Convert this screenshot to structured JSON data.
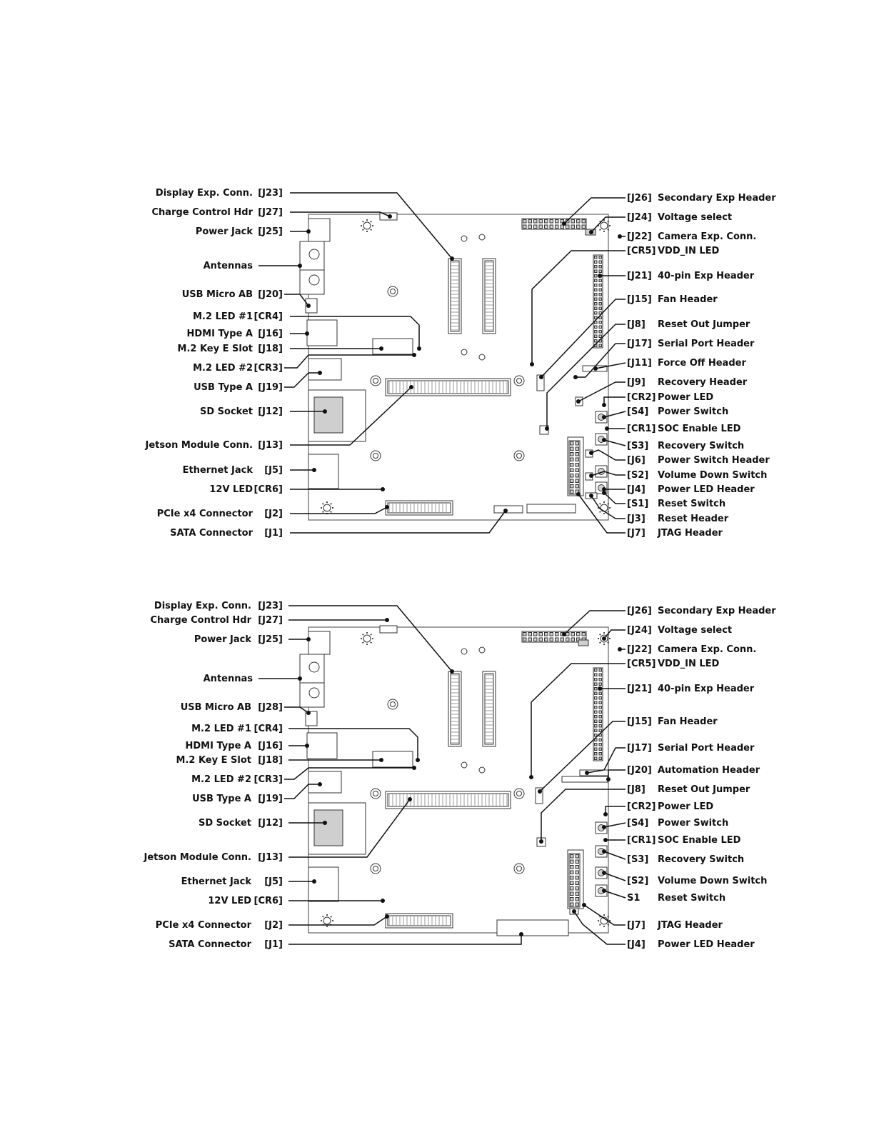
{
  "diagrams": [
    {
      "left_labels": [
        {
          "name": "Display Exp. Conn.",
          "ref": "[J23]"
        },
        {
          "name": "Charge Control Hdr",
          "ref": "[J27]"
        },
        {
          "name": "Power Jack",
          "ref": "[J25]"
        },
        {
          "name": "Antennas",
          "ref": ""
        },
        {
          "name": "USB Micro AB",
          "ref": "[J20]"
        },
        {
          "name": "M.2 LED #1",
          "ref": "[CR4]"
        },
        {
          "name": "HDMI Type A",
          "ref": "[J16]"
        },
        {
          "name": "M.2 Key E Slot",
          "ref": "[J18]"
        },
        {
          "name": "M.2 LED #2",
          "ref": "[CR3]"
        },
        {
          "name": "USB Type A",
          "ref": "[J19]"
        },
        {
          "name": "SD Socket",
          "ref": "[J12]"
        },
        {
          "name": "Jetson Module Conn.",
          "ref": "[J13]"
        },
        {
          "name": "Ethernet Jack",
          "ref": "[J5]"
        },
        {
          "name": "12V LED",
          "ref": "[CR6]"
        },
        {
          "name": "PCIe x4 Connector",
          "ref": "[J2]"
        },
        {
          "name": "SATA Connector",
          "ref": "[J1]"
        }
      ],
      "right_labels": [
        {
          "ref": "[J26]",
          "name": "Secondary Exp Header"
        },
        {
          "ref": "[J24]",
          "name": "Voltage select"
        },
        {
          "ref": "[J22]",
          "name": "Camera Exp. Conn."
        },
        {
          "ref": "[CR5]",
          "name": "VDD_IN LED"
        },
        {
          "ref": "[J21]",
          "name": "40-pin Exp Header"
        },
        {
          "ref": "[J15]",
          "name": "Fan Header"
        },
        {
          "ref": "[J8]",
          "name": "Reset Out Jumper"
        },
        {
          "ref": "[J17]",
          "name": "Serial Port Header"
        },
        {
          "ref": "[J11]",
          "name": "Force Off Header"
        },
        {
          "ref": "[J9]",
          "name": "Recovery Header"
        },
        {
          "ref": "[CR2]",
          "name": "Power LED"
        },
        {
          "ref": "[S4]",
          "name": "Power Switch"
        },
        {
          "ref": "[CR1]",
          "name": "SOC Enable LED"
        },
        {
          "ref": "[S3]",
          "name": "Recovery Switch"
        },
        {
          "ref": "[J6]",
          "name": "Power Switch Header"
        },
        {
          "ref": "[S2]",
          "name": "Volume Down Switch"
        },
        {
          "ref": "[J4]",
          "name": "Power LED Header"
        },
        {
          "ref": "[S1]",
          "name": "Reset Switch"
        },
        {
          "ref": "[J3]",
          "name": "Reset Header"
        },
        {
          "ref": "[J7]",
          "name": "JTAG Header"
        }
      ]
    },
    {
      "left_labels": [
        {
          "name": "Display Exp. Conn.",
          "ref": "[J23]"
        },
        {
          "name": "Charge Control Hdr",
          "ref": "[J27]"
        },
        {
          "name": "Power Jack",
          "ref": "[J25]"
        },
        {
          "name": "Antennas",
          "ref": ""
        },
        {
          "name": "USB Micro AB",
          "ref": "[J28]"
        },
        {
          "name": "M.2 LED #1",
          "ref": "[CR4]"
        },
        {
          "name": "HDMI Type A",
          "ref": "[J16]"
        },
        {
          "name": "M.2 Key E Slot",
          "ref": "[J18]"
        },
        {
          "name": "M.2 LED #2",
          "ref": "[CR3]"
        },
        {
          "name": "USB Type A",
          "ref": "[J19]"
        },
        {
          "name": "SD Socket",
          "ref": "[J12]"
        },
        {
          "name": "Jetson Module Conn.",
          "ref": "[J13]"
        },
        {
          "name": "Ethernet Jack",
          "ref": "[J5]"
        },
        {
          "name": "12V LED",
          "ref": "[CR6]"
        },
        {
          "name": "PCIe x4 Connector",
          "ref": "[J2]"
        },
        {
          "name": "SATA Connector",
          "ref": "[J1]"
        }
      ],
      "right_labels": [
        {
          "ref": "[J26]",
          "name": "Secondary Exp Header"
        },
        {
          "ref": "[J24]",
          "name": "Voltage select"
        },
        {
          "ref": "[J22]",
          "name": "Camera Exp. Conn."
        },
        {
          "ref": "[CR5]",
          "name": "VDD_IN LED"
        },
        {
          "ref": "[J21]",
          "name": "40-pin Exp Header"
        },
        {
          "ref": "[J15]",
          "name": "Fan Header"
        },
        {
          "ref": "[J17]",
          "name": "Serial Port Header"
        },
        {
          "ref": "[J20]",
          "name": "Automation Header"
        },
        {
          "ref": "[J8]",
          "name": "Reset Out Jumper"
        },
        {
          "ref": "[CR2]",
          "name": "Power LED"
        },
        {
          "ref": "[S4]",
          "name": "Power Switch"
        },
        {
          "ref": "[CR1]",
          "name": "SOC Enable LED"
        },
        {
          "ref": "[S3]",
          "name": "Recovery Switch"
        },
        {
          "ref": "[S2]",
          "name": "Volume Down Switch"
        },
        {
          "ref": "S1",
          "name": "Reset Switch"
        },
        {
          "ref": "[J7]",
          "name": "JTAG Header"
        },
        {
          "ref": "[J4]",
          "name": "Power LED Header"
        }
      ]
    }
  ]
}
